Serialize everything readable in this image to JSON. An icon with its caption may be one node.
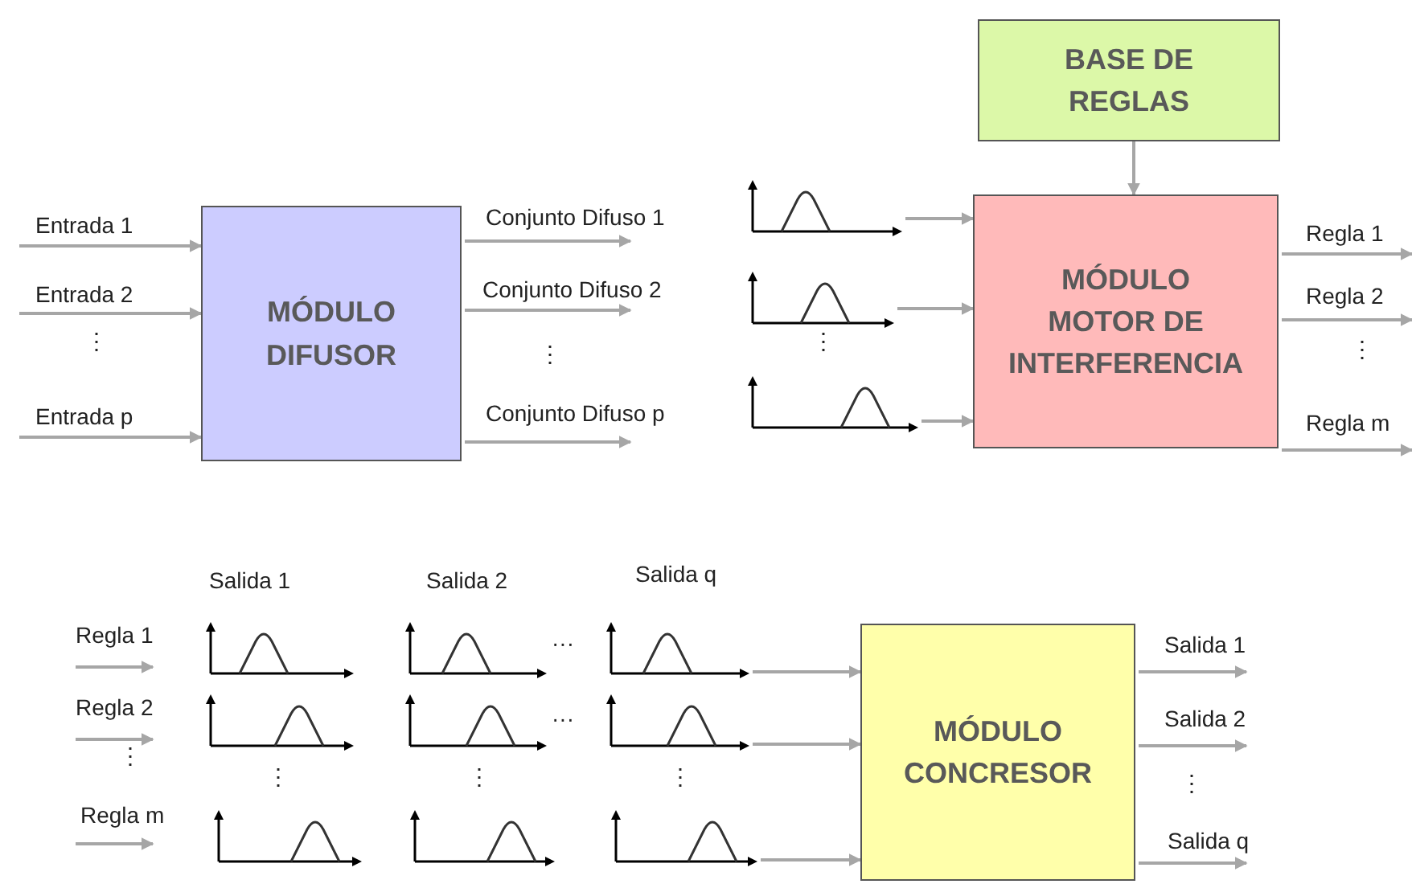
{
  "diagram": {
    "nodes": [
      {
        "text": [
          "MÓDULO DIFUSOR"
        ]
      },
      {
        "text": [
          "BASE DE REGLAS"
        ]
      },
      {
        "text": [],
        "shape": "picture"
      },
      {
        "text": [],
        "shape": "picture"
      },
      {
        "text": [],
        "shape": "picture"
      },
      {
        "text": [
          "MÓDULO MOTOR DE INTERFERENCIA"
        ]
      },
      {
        "text": [],
        "shape": "picture"
      },
      {
        "text": [],
        "shape": "picture"
      },
      {
        "text": [],
        "shape": "picture"
      },
      {
        "text": [
          "MÓDULO CONCRESOR"
        ]
      }
    ],
    "edges": [
      {
        "from": null,
        "to": 0,
        "arrow": "to",
        "label": "Entrada 1"
      },
      {
        "from": null,
        "to": 0,
        "arrow": "to",
        "label": "Entrada 2"
      },
      {
        "from": null,
        "to": 0,
        "arrow": "to",
        "label": "Entrada p"
      },
      {
        "from": 0,
        "to": null,
        "arrow": "to",
        "label": "Conjunto Difuso 1"
      },
      {
        "from": 0,
        "to": null,
        "arrow": "to",
        "label": "Conjunto Difuso 2"
      },
      {
        "from": 0,
        "to": null,
        "arrow": "to",
        "label": "Conjunto Difuso p"
      },
      {
        "from": 1,
        "to": 5,
        "arrow": "to"
      },
      {
        "from": 2,
        "to": 5,
        "arrow": "to"
      },
      {
        "from": 3,
        "to": 5,
        "arrow": "to"
      },
      {
        "from": 4,
        "to": 5,
        "arrow": "to"
      },
      {
        "from": 5,
        "to": null,
        "arrow": "to",
        "label": "Regla 1"
      },
      {
        "from": 5,
        "to": null,
        "arrow": "to",
        "label": "Regla 2"
      },
      {
        "from": 5,
        "to": null,
        "arrow": "to",
        "label": "Regla m"
      },
      {
        "from": 6,
        "to": 9,
        "arrow": "to"
      },
      {
        "from": 7,
        "to": 9,
        "arrow": "to"
      },
      {
        "from": 8,
        "to": 9,
        "arrow": "to"
      },
      {
        "from": 9,
        "to": null,
        "arrow": "to",
        "label": "Salida 1"
      },
      {
        "from": 9,
        "to": null,
        "arrow": "to",
        "label": "Salida 2"
      },
      {
        "from": 9,
        "to": null,
        "arrow": "to",
        "label": "Salida q"
      }
    ],
    "labels": [
      "⋮",
      "⋮",
      "⋮",
      "⋮",
      "Salida 1",
      "Salida 2",
      "Salida q",
      "Regla 1",
      "···",
      "Regla 2",
      "···",
      "⋮",
      "⋮",
      "⋮",
      "⋮",
      "Regla m",
      "⋮"
    ]
  }
}
